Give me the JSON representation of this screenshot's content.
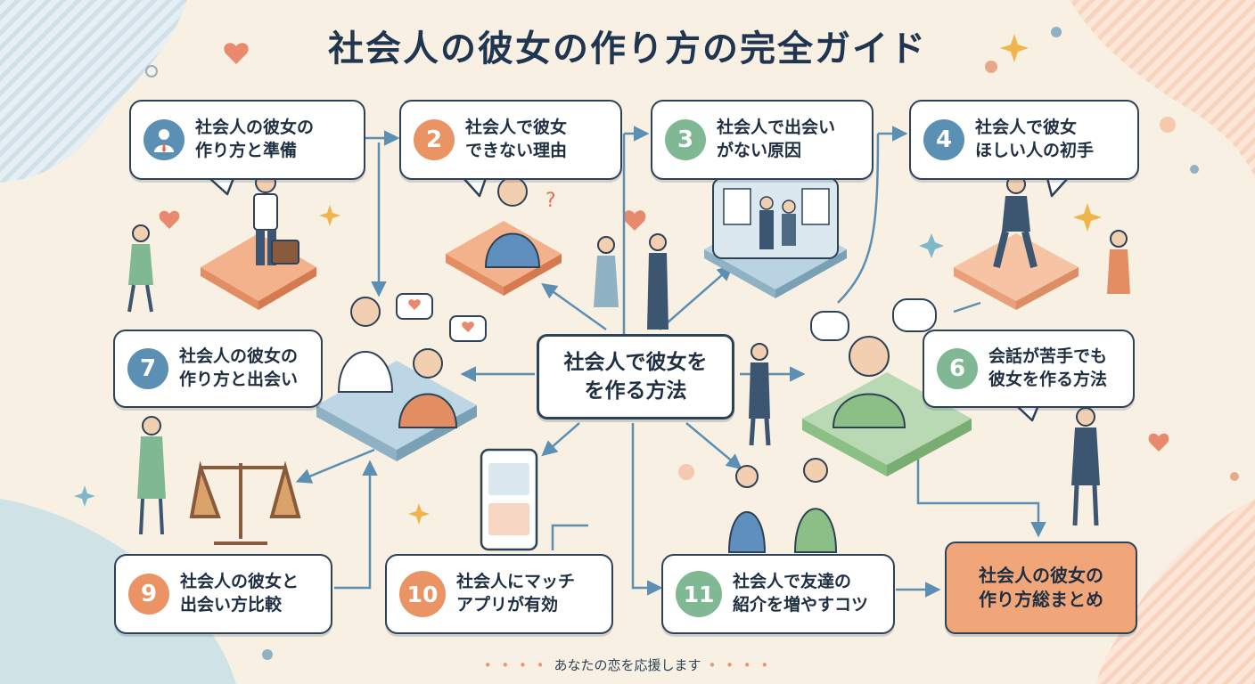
{
  "title": "社会人の彼女の作り方の完全ガイド",
  "center": {
    "label": "社会人で彼女を\nを作る方法"
  },
  "steps": [
    {
      "number": "",
      "label": "社会人の彼女の\n作り方と準備",
      "icon": "businessman-icon",
      "color": "#5b8fb3"
    },
    {
      "number": "2",
      "label": "社会人で彼女\nできない理由",
      "color": "#ea9466"
    },
    {
      "number": "3",
      "label": "社会人で出会い\nがない原因",
      "color": "#7fb892"
    },
    {
      "number": "4",
      "label": "社会人で彼女\nほしい人の初手",
      "color": "#5b8fb3"
    },
    {
      "number": "6",
      "label": "会話が苦手でも\n彼女を作る方法",
      "color": "#7fb892"
    },
    {
      "number": "7",
      "label": "社会人の彼女の\n作り方と出会い",
      "color": "#5b8fb3"
    },
    {
      "number": "9",
      "label": "社会人の彼女と\n出会い方比較",
      "color": "#ea9466"
    },
    {
      "number": "10",
      "label": "社会人にマッチ\nアプリが有効",
      "color": "#ea9466"
    },
    {
      "number": "11",
      "label": "社会人で友達の\n紹介を増やすコツ",
      "color": "#7fb892"
    }
  ],
  "summary": {
    "label": "社会人の彼女の\n作り方総まとめ",
    "color": "#f1a679"
  },
  "footer": {
    "text": "あなたの恋を応援します"
  },
  "colors": {
    "navy": "#2e4257",
    "orange": "#ea9466",
    "green": "#7fb892",
    "blue": "#5b8fb3",
    "background": "#f7f0e3"
  }
}
